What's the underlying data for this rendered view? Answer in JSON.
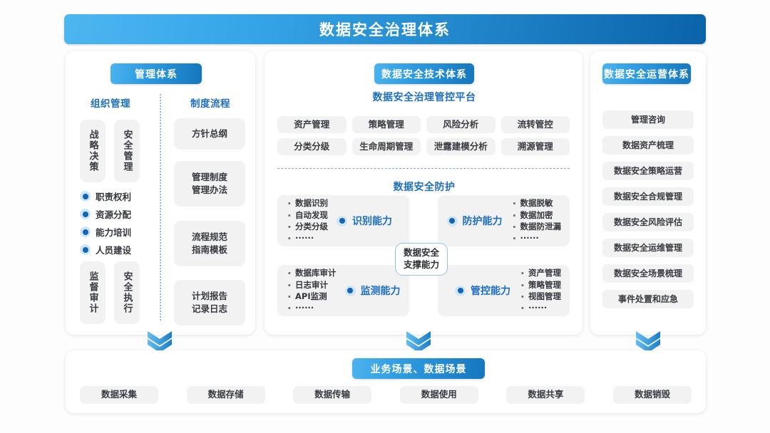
{
  "title": "数据安全治理体系",
  "management": {
    "header": "管理体系",
    "col_org_title": "组织管理",
    "col_proc_title": "制度流程",
    "org_vchips": [
      "战略决策",
      "安全管理",
      "监督审计",
      "安全执行"
    ],
    "org_bullets": [
      "职责权利",
      "资源分配",
      "能力培训",
      "人员建设"
    ],
    "process_chips": [
      "方针总纲",
      "管理制度\n管理办法",
      "流程规范\n指南模板",
      "计划报告\n记录日志"
    ]
  },
  "technology": {
    "header": "数据安全技术体系",
    "platform_title": "数据安全治理管控平台",
    "platform_items": [
      "资产管理",
      "策略管理",
      "风险分析",
      "流转管控",
      "分类分级",
      "生命周期管理",
      "泄露建模分析",
      "溯源管理"
    ],
    "protection_title": "数据安全防护",
    "support_badge": "数据安全\n支撑能力",
    "capabilities": [
      {
        "label": "识别能力",
        "items": [
          "数据识别",
          "自动发现",
          "分类分级",
          "······"
        ],
        "side": "left"
      },
      {
        "label": "防护能力",
        "items": [
          "数据脱敏",
          "数据加密",
          "数据防泄漏",
          "······"
        ],
        "side": "right"
      },
      {
        "label": "监测能力",
        "items": [
          "数据库审计",
          "日志审计",
          "API监测",
          "······"
        ],
        "side": "left"
      },
      {
        "label": "管控能力",
        "items": [
          "资产管理",
          "策略管理",
          "视图管理",
          "······"
        ],
        "side": "right"
      }
    ]
  },
  "operation": {
    "header": "数据安全运营体系",
    "items": [
      "管理咨询",
      "数据资产梳理",
      "数据安全策略运营",
      "数据安全合规管理",
      "数据安全风险评估",
      "数据安全运维管理",
      "数据安全场景梳理",
      "事件处置和应急"
    ]
  },
  "scenarios": {
    "header": "业务场景、数据场景",
    "items": [
      "数据采集",
      "数据存储",
      "数据传输",
      "数据使用",
      "数据共享",
      "数据销毁"
    ]
  },
  "icons": {
    "arrow": "double-chevron-down-icon"
  },
  "colors": {
    "accent_blue": "#1f6fc0",
    "header_gradient_start": "#4cb3ef",
    "header_gradient_end": "#0b63a8",
    "chip_bg": "#f2f2f2",
    "bullet": "#1167b5"
  }
}
